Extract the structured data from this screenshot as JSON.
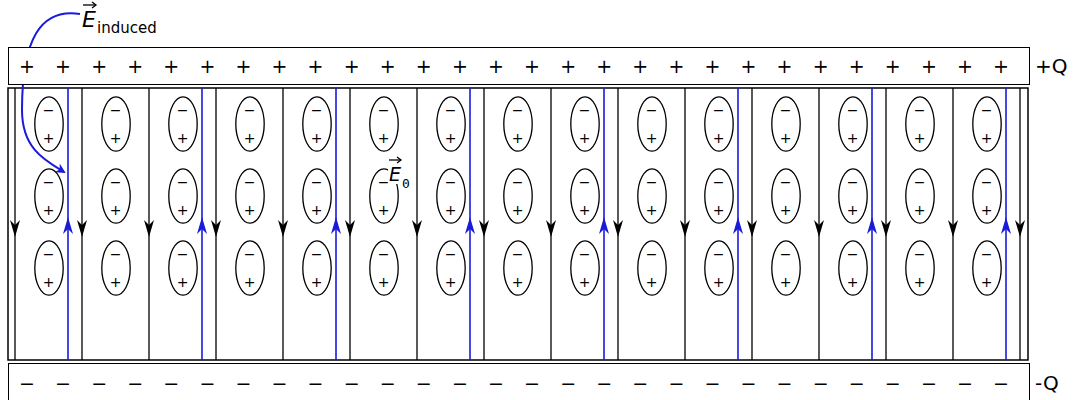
{
  "diagram": {
    "nodes": [
      {
        "text": [
          "+ + + + + + + + + + + + + + + + + + + + + + + + + + + +",
          "+Q"
        ]
      },
      {
        "text": [
          "−",
          "+"
        ]
      },
      {
        "text": [
          "−",
          "+"
        ]
      },
      {
        "text": [
          "−",
          "+"
        ]
      },
      {
        "text": [
          "−",
          "+"
        ]
      },
      {
        "text": [
          "−",
          "+"
        ]
      },
      {
        "text": [
          "−",
          "+"
        ]
      },
      {
        "text": [
          "−",
          "+"
        ]
      },
      {
        "text": [
          "−",
          "+"
        ]
      },
      {
        "text": [
          "−",
          "+"
        ]
      },
      {
        "text": [
          "−",
          "+"
        ]
      },
      {
        "text": [
          "−",
          "+"
        ]
      },
      {
        "text": [
          "−",
          "+"
        ]
      },
      {
        "text": [
          "−",
          "+"
        ]
      },
      {
        "text": [
          "−",
          "+"
        ]
      },
      {
        "text": [
          "−",
          "+"
        ]
      },
      {
        "text": [
          "−",
          "+"
        ]
      },
      {
        "text": [
          "−",
          "+"
        ]
      },
      {
        "text": [
          "−",
          "+"
        ]
      },
      {
        "text": [
          "−",
          "+"
        ]
      },
      {
        "text": [
          "−",
          "+"
        ]
      },
      {
        "text": [
          "−",
          "+"
        ]
      },
      {
        "text": [
          "−",
          "+"
        ]
      },
      {
        "text": [
          "−",
          "+"
        ]
      },
      {
        "text": [
          "−",
          "+"
        ]
      },
      {
        "text": [
          "−",
          "+"
        ]
      },
      {
        "text": [
          "−",
          "+"
        ]
      },
      {
        "text": [
          "−",
          "+"
        ]
      },
      {
        "text": [
          "−",
          "+"
        ]
      },
      {
        "text": [
          "−",
          "+"
        ]
      },
      {
        "text": [
          "−",
          "+"
        ]
      },
      {
        "text": [
          "−",
          "+"
        ]
      },
      {
        "text": [
          "−",
          "+"
        ]
      },
      {
        "text": [
          "−",
          "+"
        ]
      },
      {
        "text": [
          "−",
          "+"
        ]
      },
      {
        "text": [
          "−",
          "+"
        ]
      },
      {
        "text": [
          "−",
          "+"
        ]
      },
      {
        "text": [
          "−",
          "+"
        ]
      },
      {
        "text": [
          "−",
          "+"
        ]
      },
      {
        "text": [
          "−",
          "+"
        ]
      },
      {
        "text": [
          "−",
          "+"
        ]
      },
      {
        "text": [
          "−",
          "+"
        ]
      },
      {
        "text": [
          "−",
          "+"
        ]
      },
      {
        "text": [
          "−",
          "+"
        ]
      },
      {
        "text": [
          "−",
          "+"
        ]
      },
      {
        "text": [
          "−",
          "+"
        ]
      },
      {
        "text": [
          "− − − − − − − − − − − − − − − − − − − − − − − − − − − −",
          "-Q"
        ]
      }
    ],
    "labels": [
      "E",
      "induced",
      "E",
      "0"
    ]
  }
}
